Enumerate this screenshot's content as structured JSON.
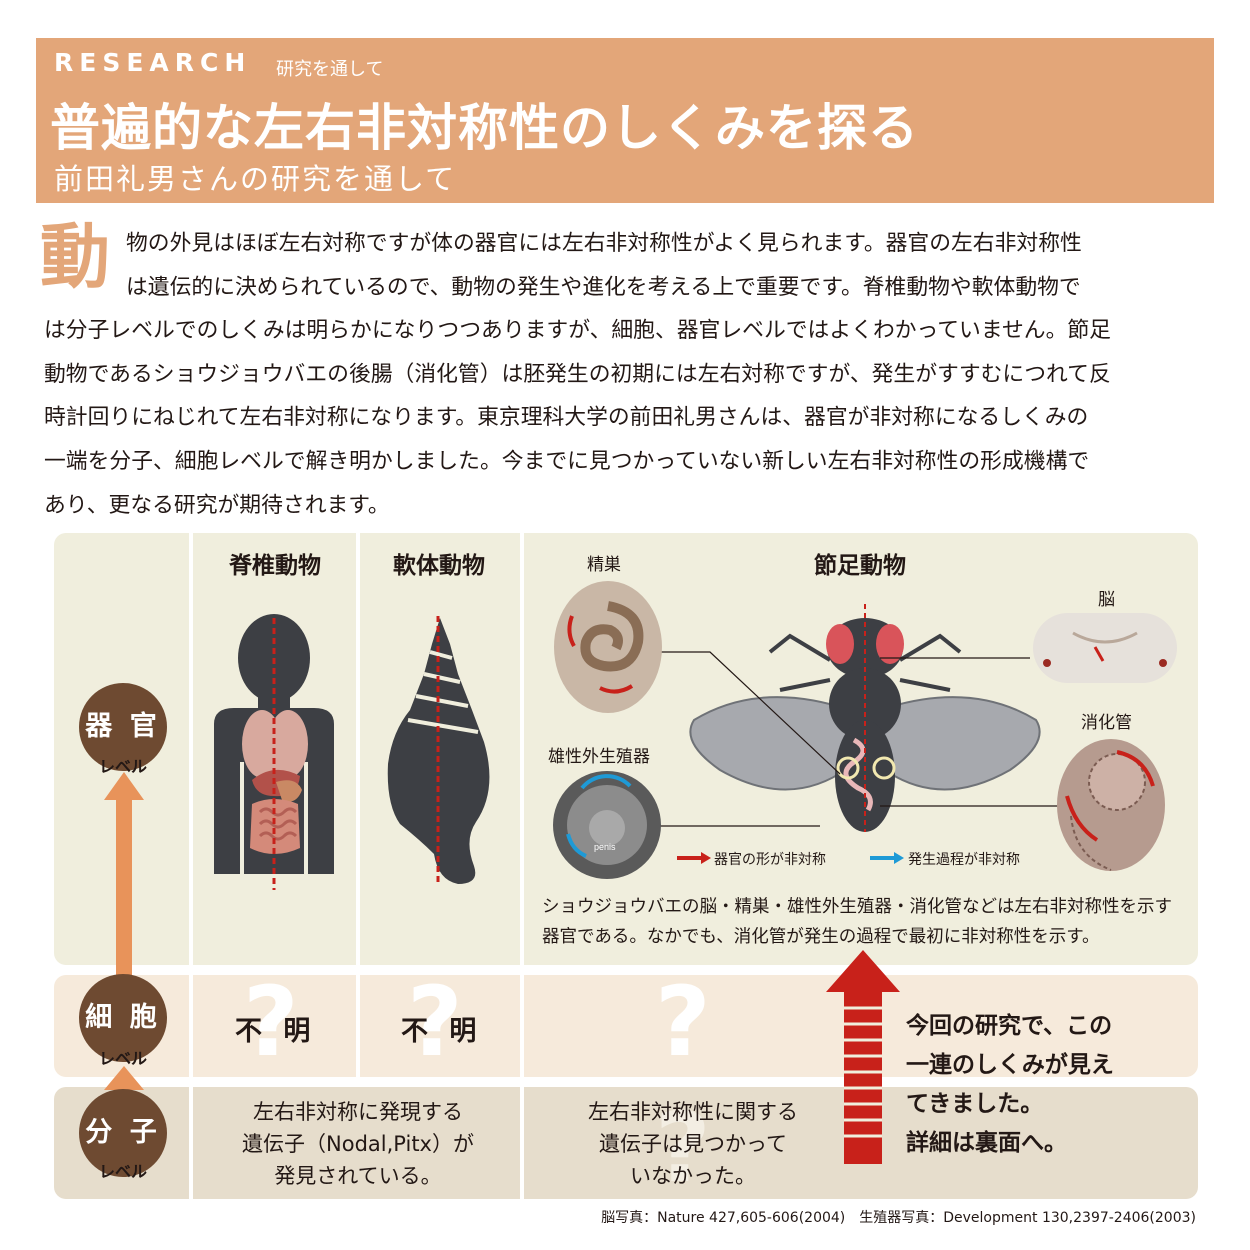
{
  "header": {
    "kicker": "RESEARCH",
    "kicker_sub": "研究を通して",
    "title": "普遍的な左右非対称性のしくみを探る",
    "subtitle": "前田礼男さんの研究を通して"
  },
  "intro": {
    "dropcap": "動",
    "lines": [
      "物の外見はほぼ左右対称ですが体の器官には左右非対称性がよく見られます。器官の左右非対称性",
      "は遺伝的に決められているので、動物の発生や進化を考える上で重要です。脊椎動物や軟体動物で",
      "は分子レベルでのしくみは明らかになりつつありますが、細胞、器官レベルではよくわかっていません。節足",
      "動物であるショウジョウバエの後腸（消化管）は胚発生の初期には左右対称ですが、発生がすすむにつれて反",
      "時計回りにねじれて左右非対称になります。東京理科大学の前田礼男さんは、器官が非対称になるしくみの",
      "一端を分子、細胞レベルで解き明かしました。今までに見つかっていない新しい左右非対称性の形成機構で",
      "あり、更なる研究が期待されます。"
    ]
  },
  "columns": {
    "vertebrate": "脊椎動物",
    "mollusc": "軟体動物",
    "arthropod": "節足動物"
  },
  "levels": {
    "organ": {
      "name": "器 官",
      "sub": "レベル"
    },
    "cell": {
      "name": "細 胞",
      "sub": "レベル"
    },
    "molecule": {
      "name": "分 子",
      "sub": "レベル"
    }
  },
  "fly_labels": {
    "testis": "精巣",
    "genitalia": "雄性外生殖器",
    "brain": "脳",
    "gut": "消化管",
    "sem_label": "penis"
  },
  "legend": {
    "red": "器官の形が非対称",
    "blue": "発生過程が非対称"
  },
  "caption": "ショウジョウバエの脳・精巣・雄性外生殖器・消化管などは左右非対称性を示す器官である。なかでも、消化管が発生の過程で最初に非対称性を示す。",
  "cell_level": {
    "vertebrate": "不 明",
    "mollusc": "不 明",
    "qmark": "?"
  },
  "molecule_level": {
    "vertebrate_mollusc_lines": [
      "左右非対称に発現する",
      "遺伝子（Nodal,Pitx）が",
      "発見されている。"
    ],
    "arthropod_lines": [
      "左右非対称性に関する",
      "遺伝子は見つかって",
      "いなかった。"
    ]
  },
  "annotation_lines": [
    "今回の研究で、この",
    "一連のしくみが見え",
    "てきました。",
    "詳細は裏面へ。"
  ],
  "credit": "脳写真：Nature 427,605-606(2004)　生殖器写真：Development 130,2397-2406(2003)",
  "colors": {
    "header_bg": "#e3a679",
    "level_circle": "#6e4a31",
    "arrow_orange": "#e8935a",
    "arrow_red": "#c8211a",
    "legend_blue": "#1e9ad6",
    "silhouette": "#3d3f44"
  }
}
